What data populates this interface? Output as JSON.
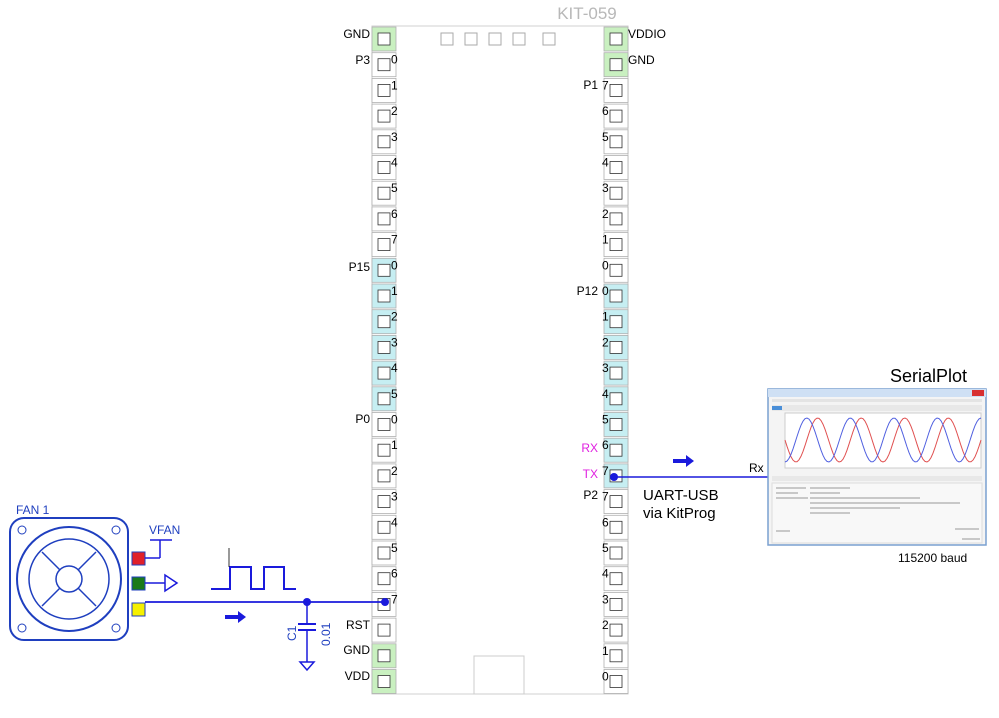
{
  "kit": {
    "title": "KIT-059",
    "left_labels": {
      "gnd_top": "GND",
      "p3": "P3",
      "p15": "P15",
      "p0": "P0",
      "rst": "RST",
      "gnd_bottom": "GND",
      "vdd": "VDD"
    },
    "right_labels": {
      "vddio": "VDDIO",
      "gnd": "GND",
      "p1": "P1",
      "p12": "P12",
      "p2": "P2"
    },
    "left_pins": [
      "0",
      "1",
      "2",
      "3",
      "4",
      "5",
      "6",
      "7",
      "0",
      "1",
      "2",
      "3",
      "4",
      "5",
      "0",
      "1",
      "2",
      "3",
      "4",
      "5",
      "6",
      "7"
    ],
    "right_pins": [
      "7",
      "6",
      "5",
      "4",
      "3",
      "2",
      "1",
      "0",
      "0",
      "1",
      "2",
      "3",
      "4",
      "5",
      "6",
      "7",
      "7",
      "6",
      "5",
      "4",
      "3",
      "2",
      "1",
      "0"
    ],
    "rx_label": "RX",
    "tx_label": "TX"
  },
  "fan": {
    "label": "FAN 1",
    "vfan_label": "VFAN"
  },
  "capacitor": {
    "name": "C1",
    "value": "0.01"
  },
  "uart": {
    "line1": "UART-USB",
    "line2": "via KitProg",
    "rx": "Rx"
  },
  "serialplot": {
    "title": "SerialPlot",
    "baud": "115200 baud"
  },
  "colors": {
    "wire": "#1a1adc",
    "green_pad": "#c9f0c0",
    "cyan_pad": "#c6eef2",
    "magenta": "#e020e0",
    "blue_text": "#1f3fbf"
  }
}
